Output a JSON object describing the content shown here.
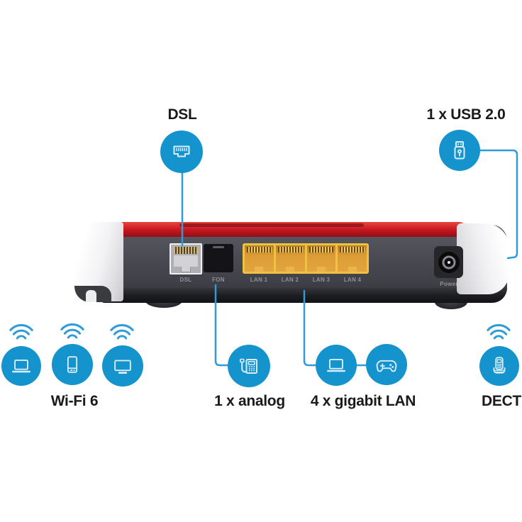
{
  "colors": {
    "accent_blue": "#1593cd",
    "line_blue": "#2f9bd8",
    "router_red": "#c4161f",
    "router_gray": "#47474f",
    "lan_orange": "#e2a53f"
  },
  "callouts": {
    "dsl": {
      "label": "DSL",
      "icon": "rj45-plug-icon"
    },
    "usb": {
      "label": "1 x USB 2.0",
      "icon": "usb-stick-icon"
    },
    "wifi": {
      "label": "Wi-Fi 6",
      "icons": [
        "laptop-icon",
        "smartphone-icon",
        "tv-icon"
      ]
    },
    "analog": {
      "label": "1 x analog",
      "icon": "desk-phone-icon"
    },
    "lan": {
      "label": "4 x gigabit LAN",
      "icons": [
        "laptop-icon",
        "gamepad-icon"
      ]
    },
    "dect": {
      "label": "DECT",
      "icon": "cordless-phone-icon"
    }
  },
  "router": {
    "ports": [
      {
        "label": "DSL"
      },
      {
        "label": "FON"
      },
      {
        "label": "LAN 1"
      },
      {
        "label": "LAN 2"
      },
      {
        "label": "LAN 3"
      },
      {
        "label": "LAN 4"
      },
      {
        "label": "Power"
      }
    ]
  }
}
